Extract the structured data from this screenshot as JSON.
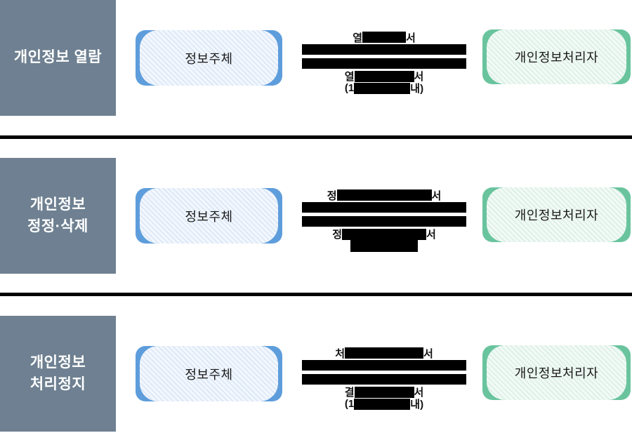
{
  "diagram": {
    "title": "개인정보 권리행사 절차 (personal-information rights flow)",
    "colors": {
      "side_label_bg": "#6E8091",
      "subject_border": "#5E9DDB",
      "subject_fill": "#EFF5FC",
      "processor_border": "#69C49E",
      "processor_fill": "#F0F9F5",
      "redaction": "#000000",
      "divider": "#000000"
    },
    "rows": [
      {
        "label_line1": "개인정보 열람",
        "label_line2": "",
        "subject": "정보주체",
        "processor": "개인정보처리자",
        "top_line": {
          "prefix": "열",
          "suffix": "서",
          "redacted": true
        },
        "bottom_line1": {
          "prefix": "열",
          "suffix": "서",
          "redacted": true
        },
        "bottom_line2": {
          "prefix": "(1",
          "suffix": "내)",
          "redacted": true
        }
      },
      {
        "label_line1": "개인정보",
        "label_line2": "정정·삭제",
        "subject": "정보주체",
        "processor": "개인정보처리자",
        "top_line": {
          "prefix": "정",
          "suffix": "서",
          "redacted": true
        },
        "bottom_line1": {
          "prefix": "정",
          "suffix": "서",
          "redacted": true
        },
        "bottom_line2": {
          "prefix": "",
          "suffix": "",
          "redacted": true
        }
      },
      {
        "label_line1": "개인정보",
        "label_line2": "처리정지",
        "subject": "정보주체",
        "processor": "개인정보처리자",
        "top_line": {
          "prefix": "처",
          "suffix": "서",
          "redacted": true
        },
        "bottom_line1": {
          "prefix": "결",
          "suffix": "서",
          "redacted": true
        },
        "bottom_line2": {
          "prefix": "(1",
          "suffix": "내)",
          "redacted": true
        }
      }
    ]
  }
}
